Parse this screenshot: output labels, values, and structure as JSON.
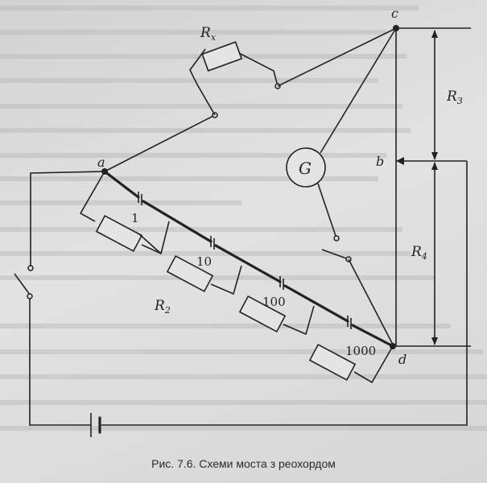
{
  "figure": {
    "caption": "Рис. 7.6. Схеми моста з реохордом",
    "labels": {
      "rx": "R",
      "rx_sub": "x",
      "r3": "R",
      "r3_sub": "3",
      "r4": "R",
      "r4_sub": "4",
      "r2": "R",
      "r2_sub": "2",
      "galvanometer": "G",
      "node_a": "a",
      "node_b": "b",
      "node_c": "c",
      "node_d": "d",
      "decade_1": "1",
      "decade_10": "10",
      "decade_100": "100",
      "decade_1000": "1000"
    }
  }
}
